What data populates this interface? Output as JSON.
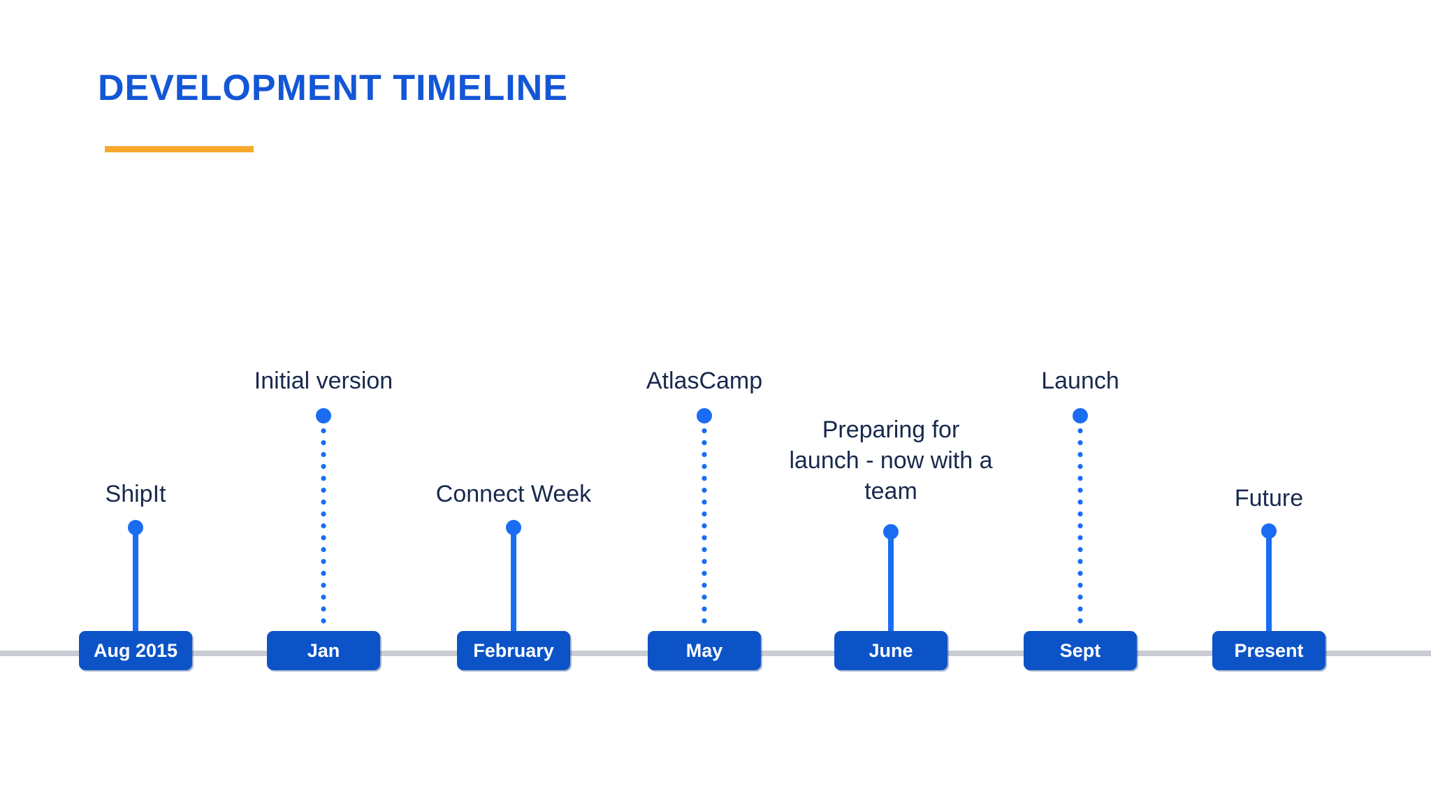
{
  "page": {
    "title": "DEVELOPMENT TIMELINE"
  },
  "timeline": {
    "milestones": [
      {
        "label": "ShipIt",
        "date": "Aug 2015",
        "stem": "solid"
      },
      {
        "label": "Initial version",
        "date": "Jan",
        "stem": "dotted"
      },
      {
        "label": "Connect Week",
        "date": "February",
        "stem": "solid"
      },
      {
        "label": "AtlasCamp",
        "date": "May",
        "stem": "dotted"
      },
      {
        "label": "Preparing for launch - now with a team",
        "date": "June",
        "stem": "solid"
      },
      {
        "label": "Launch",
        "date": "Sept",
        "stem": "dotted"
      },
      {
        "label": "Future",
        "date": "Present",
        "stem": "solid"
      }
    ]
  },
  "colors": {
    "title_blue": "#1356d6",
    "badge_blue": "#0c53c8",
    "stem_blue": "#1a6df1",
    "label_navy": "#18294d",
    "axis_gray": "#c9cdd3",
    "accent_orange": "#f7a82b"
  }
}
